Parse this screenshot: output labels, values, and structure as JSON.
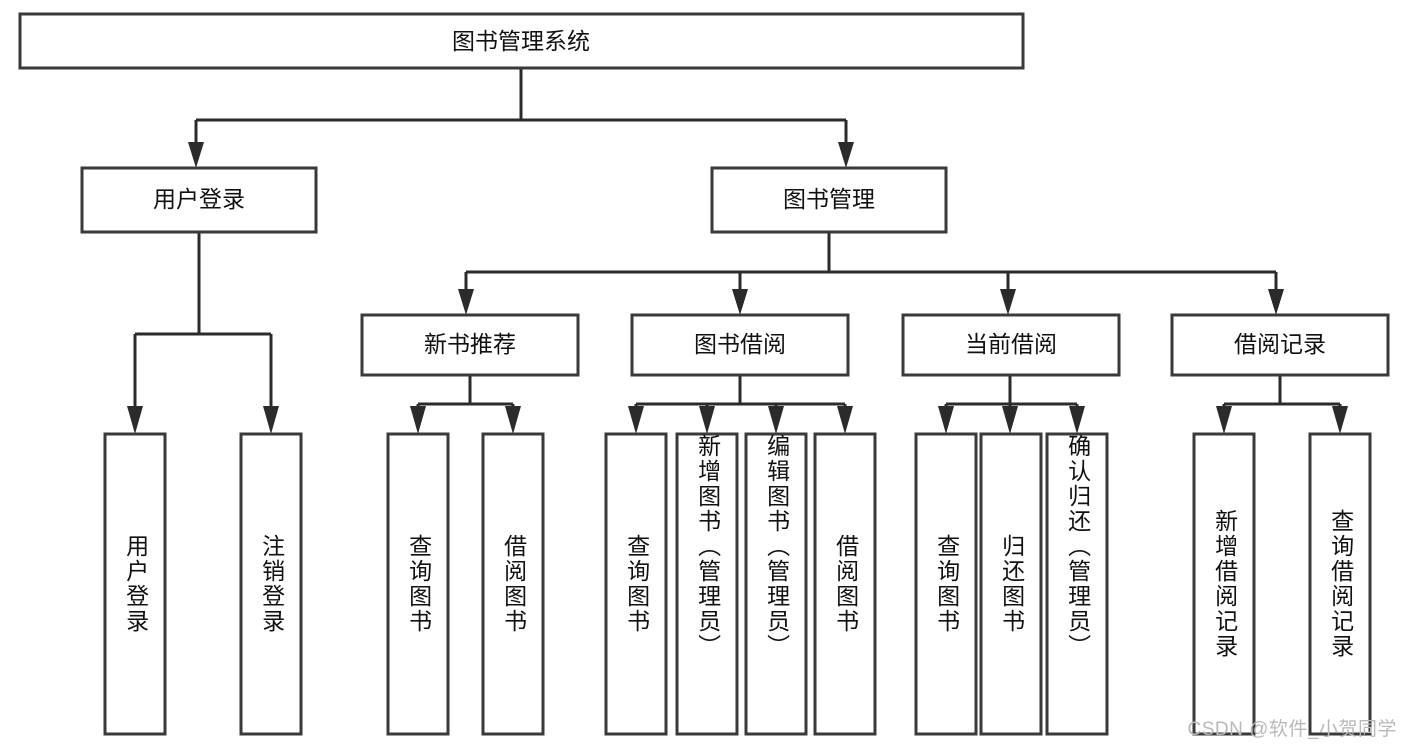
{
  "diagram": {
    "type": "tree-hierarchy-chart",
    "title_node": {
      "label": "图书管理系统"
    },
    "level2": [
      {
        "id": "user-login",
        "label": "用户登录"
      },
      {
        "id": "book-management",
        "label": "图书管理"
      }
    ],
    "level3": [
      {
        "id": "new-book-recommend",
        "label": "新书推荐"
      },
      {
        "id": "book-borrow",
        "label": "图书借阅"
      },
      {
        "id": "current-borrow",
        "label": "当前借阅"
      },
      {
        "id": "borrow-record",
        "label": "借阅记录"
      }
    ],
    "leaves": [
      {
        "id": "leaf-user-login",
        "label": "用户登录",
        "parent": "user-login"
      },
      {
        "id": "leaf-logout-login",
        "label": "注销登录",
        "parent": "user-login"
      },
      {
        "id": "leaf-query-book-1",
        "label": "查询图书",
        "parent": "new-book-recommend"
      },
      {
        "id": "leaf-borrow-book-1",
        "label": "借阅图书",
        "parent": "new-book-recommend"
      },
      {
        "id": "leaf-query-book-2",
        "label": "查询图书",
        "parent": "book-borrow"
      },
      {
        "id": "leaf-add-book",
        "label": "新增图书（管理员）",
        "parent": "book-borrow"
      },
      {
        "id": "leaf-edit-book",
        "label": "编辑图书（管理员）",
        "parent": "book-borrow"
      },
      {
        "id": "leaf-borrow-book-2",
        "label": "借阅图书",
        "parent": "book-borrow"
      },
      {
        "id": "leaf-query-book-3",
        "label": "查询图书",
        "parent": "current-borrow"
      },
      {
        "id": "leaf-return-book",
        "label": "归还图书",
        "parent": "current-borrow"
      },
      {
        "id": "leaf-confirm-return",
        "label": "确认归还（管理员）",
        "parent": "current-borrow"
      },
      {
        "id": "leaf-add-record",
        "label": "新增借阅记录",
        "parent": "borrow-record"
      },
      {
        "id": "leaf-query-record",
        "label": "查询借阅记录",
        "parent": "borrow-record"
      }
    ],
    "colors": {
      "box_stroke": "#3a3a3a",
      "connector": "#2b2b2b",
      "text": "#111111",
      "background": "#ffffff",
      "watermark": "#b9b9b9"
    }
  },
  "watermark": {
    "text": "CSDN @软件_小贺同学"
  }
}
